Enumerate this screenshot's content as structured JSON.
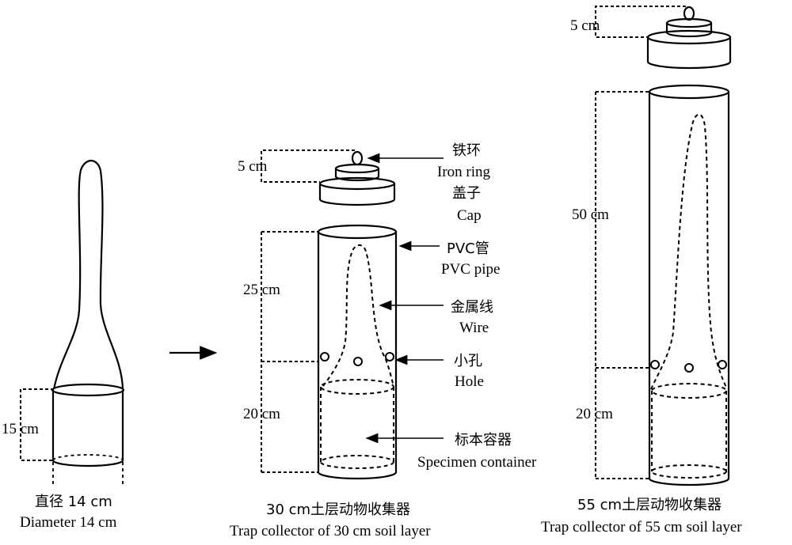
{
  "collector": {
    "height_label": "15 cm",
    "diameter_cn": "直径 14 cm",
    "diameter_en": "Diameter 14 cm"
  },
  "trap30": {
    "cap_height": "5 cm",
    "upper_length": "25 cm",
    "lower_length": "20 cm",
    "title_cn": "30 cm土层动物收集器",
    "title_en": "Trap collector of 30 cm soil layer"
  },
  "trap55": {
    "cap_height": "5 cm",
    "upper_length": "50 cm",
    "lower_length": "20 cm",
    "title_cn": "55 cm土层动物收集器",
    "title_en": "Trap collector of 55 cm soil layer"
  },
  "labels": {
    "iron_ring_cn": "铁环",
    "iron_ring_en": "Iron ring",
    "cap_cn": "盖子",
    "cap_en": "Cap",
    "pvc_cn": "PVC管",
    "pvc_en": "PVC pipe",
    "wire_cn": "金属线",
    "wire_en": "Wire",
    "hole_cn": "小孔",
    "hole_en": "Hole",
    "specimen_cn": "标本容器",
    "specimen_en": "Specimen container"
  }
}
